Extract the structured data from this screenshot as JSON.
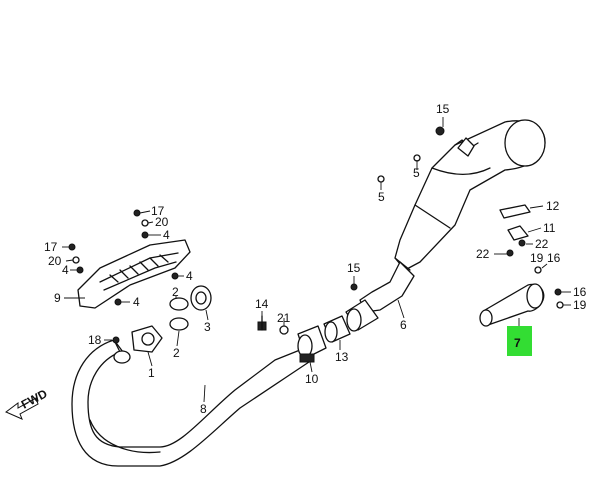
{
  "diagram": {
    "fwd_label": "FWD",
    "highlight_color": "#33dd33",
    "callouts": [
      {
        "id": "c15a",
        "text": "15"
      },
      {
        "id": "c5a",
        "text": "5"
      },
      {
        "id": "c5b",
        "text": "5"
      },
      {
        "id": "c12",
        "text": "12"
      },
      {
        "id": "c11",
        "text": "11"
      },
      {
        "id": "c22a",
        "text": "22"
      },
      {
        "id": "c22b",
        "text": "22"
      },
      {
        "id": "c19a",
        "text": "19"
      },
      {
        "id": "c16",
        "text": "16"
      },
      {
        "id": "c19b",
        "text": "19"
      },
      {
        "id": "c7",
        "text": "7"
      },
      {
        "id": "c17a",
        "text": "17"
      },
      {
        "id": "c20a",
        "text": "20"
      },
      {
        "id": "c4a",
        "text": "4"
      },
      {
        "id": "c17b",
        "text": "17"
      },
      {
        "id": "c20b",
        "text": "20"
      },
      {
        "id": "c4b",
        "text": "4"
      },
      {
        "id": "c4c",
        "text": "4"
      },
      {
        "id": "c9",
        "text": "9"
      },
      {
        "id": "c4d",
        "text": "4"
      },
      {
        "id": "c2a",
        "text": "2"
      },
      {
        "id": "c3",
        "text": "3"
      },
      {
        "id": "c2b",
        "text": "2"
      },
      {
        "id": "c18",
        "text": "18"
      },
      {
        "id": "c1",
        "text": "1"
      },
      {
        "id": "c14",
        "text": "14"
      },
      {
        "id": "c21",
        "text": "21"
      },
      {
        "id": "c15b",
        "text": "15"
      },
      {
        "id": "c6",
        "text": "6"
      },
      {
        "id": "c13",
        "text": "13"
      },
      {
        "id": "c10",
        "text": "10"
      },
      {
        "id": "c8",
        "text": "8"
      }
    ]
  }
}
